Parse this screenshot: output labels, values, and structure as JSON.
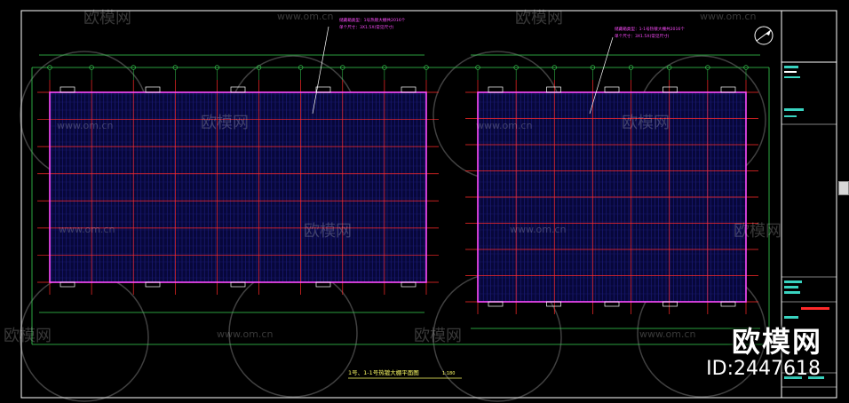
{
  "watermark": {
    "site": "www.om.cn",
    "brand": "欧模网"
  },
  "drawing": {
    "title": "1号、1-1号热镀大棚平面图",
    "scale": "1:180",
    "note_left_line1": "储藏箱类型：1号热镀大棚共2016个",
    "note_left_line2": "单个尺寸：3X1.5X(常见尺寸)",
    "note_right_line1": "储藏箱类型：1-1号热镀大棚共2016个",
    "note_right_line2": "单个尺寸：3X1.5X(常见尺寸)"
  },
  "branding": {
    "name": "欧模网",
    "id": "ID:2447618"
  },
  "colors": {
    "background": "#000000",
    "grid_red": "#ff2a2a",
    "wall_magenta": "#ff4bff",
    "dim_green": "#39d353",
    "frame_white": "#ffffff",
    "cell_blue": "#2a2aa8"
  }
}
